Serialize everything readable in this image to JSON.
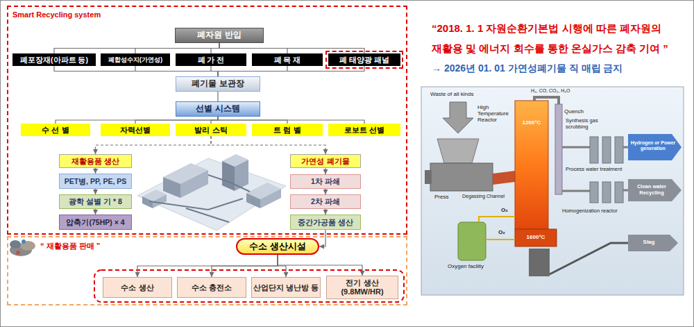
{
  "diagram": {
    "nodes": [
      {
        "text": [
          "Smart Recycling system"
        ]
      },
      {
        "text": [
          "폐자원 반입"
        ],
        "in": 0
      },
      {
        "text": [
          "폐포장재(아파트 등)"
        ],
        "in": 0
      },
      {
        "text": [
          "폐합성수지(가연성)"
        ],
        "in": 0
      },
      {
        "text": [
          "폐 가 전"
        ],
        "in": 0
      },
      {
        "text": [
          "폐 목 재"
        ],
        "in": 0
      },
      {
        "text": [
          "폐 태양광 패널"
        ],
        "in": 0
      },
      {
        "text": [
          "폐기물 보관장"
        ],
        "in": 0
      },
      {
        "text": [
          "선별 시스템"
        ],
        "in": 0
      },
      {
        "text": [
          "수 선 별"
        ],
        "in": 0
      },
      {
        "text": [
          "자력선별"
        ],
        "in": 0
      },
      {
        "text": [
          "발리 스틱"
        ],
        "in": 0
      },
      {
        "text": [
          "트 럼 벨"
        ],
        "in": 0
      },
      {
        "text": [
          "로보트 선별"
        ],
        "in": 0
      },
      {
        "text": [
          "재활용품 생산"
        ],
        "in": 0
      },
      {
        "text": [
          "가연성 폐기물"
        ],
        "in": 0
      },
      {
        "text": [
          "PET병, PP, PE, PS"
        ],
        "in": 0
      },
      {
        "text": [
          "1차 파쇄"
        ],
        "in": 0
      },
      {
        "text": [
          "광학 설별 기 * 8"
        ],
        "in": 0
      },
      {
        "text": [
          "2차 파쇄"
        ],
        "in": 0
      },
      {
        "text": [
          "압축기(75HP) × 4"
        ],
        "in": 0
      },
      {
        "text": [
          "중간가공품 생산"
        ],
        "in": 0
      },
      {
        "text": [
          "“ 재활용품 판매 ”"
        ]
      },
      {
        "text": [
          "수소 생산시설"
        ],
        "in": 22
      },
      {
        "text": [
          "수소 생산"
        ],
        "in": 22
      },
      {
        "text": [
          "수소 충전소"
        ],
        "in": 22
      },
      {
        "text": [
          "산업단지 냉난방 등"
        ],
        "in": 22
      },
      {
        "text": [
          "전기 생산 (9.8MW/HR)"
        ],
        "in": 22
      }
    ],
    "edges": [
      {
        "from": 1,
        "to": 2,
        "arrow": "none"
      },
      {
        "from": 1,
        "to": 3,
        "arrow": "none"
      },
      {
        "from": 1,
        "to": 4,
        "arrow": "none"
      },
      {
        "from": 1,
        "to": 5,
        "arrow": "none"
      },
      {
        "from": 1,
        "to": 6,
        "arrow": "none"
      },
      {
        "from": 2,
        "to": 7,
        "arrow": "none"
      },
      {
        "from": 3,
        "to": 7,
        "arrow": "none"
      },
      {
        "from": 4,
        "to": 7,
        "arrow": "none"
      },
      {
        "from": 5,
        "to": 7,
        "arrow": "none"
      },
      {
        "from": 6,
        "to": 7,
        "arrow": "none"
      },
      {
        "from": 7,
        "to": 8,
        "arrow": "none"
      },
      {
        "from": 8,
        "to": 9,
        "arrow": "none"
      },
      {
        "from": 8,
        "to": 10,
        "arrow": "none"
      },
      {
        "from": 8,
        "to": 11,
        "arrow": "none"
      },
      {
        "from": 8,
        "to": 12,
        "arrow": "none"
      },
      {
        "from": 8,
        "to": 13,
        "arrow": "none"
      },
      {
        "from": 11,
        "to": 14,
        "arrow": "to"
      },
      {
        "from": 11,
        "to": 15,
        "arrow": "to"
      },
      {
        "from": 14,
        "to": 16,
        "arrow": "to"
      },
      {
        "from": 16,
        "to": 18,
        "arrow": "to"
      },
      {
        "from": 18,
        "to": 20,
        "arrow": "to"
      },
      {
        "from": 15,
        "to": 17,
        "arrow": "to"
      },
      {
        "from": 17,
        "to": 19,
        "arrow": "to"
      },
      {
        "from": 19,
        "to": 21,
        "arrow": "to"
      },
      {
        "from": 21,
        "to": 23,
        "arrow": "to"
      },
      {
        "from": 23,
        "to": 24,
        "arrow": "to"
      },
      {
        "from": 23,
        "to": 25,
        "arrow": "to"
      },
      {
        "from": 23,
        "to": 26,
        "arrow": "to"
      },
      {
        "from": 23,
        "to": 27,
        "arrow": "to"
      }
    ],
    "labels": [
      "“2018. 1. 1 자원순환기본법 시행에 따른 폐자원의 재활용 및 에너지 회수를 통한 온실가스 감축 기여 ”",
      "→ 2026년 01. 01 가연성폐기물 직 매립 금지",
      "Waste of all kinds",
      "H₂, CO, CO₂, H₂O",
      "High Temperature Reactor",
      "1200°C",
      "Quench",
      "Synthesis gas scrubbing",
      "Hydrogen or Power generation",
      "Process water treatment",
      "Clean water Recycling",
      "Press",
      "Degassing Channel",
      "O₂",
      "Homogenization reactor",
      "1600°C",
      "O₂",
      "Slag",
      "Oxygen facility"
    ]
  }
}
